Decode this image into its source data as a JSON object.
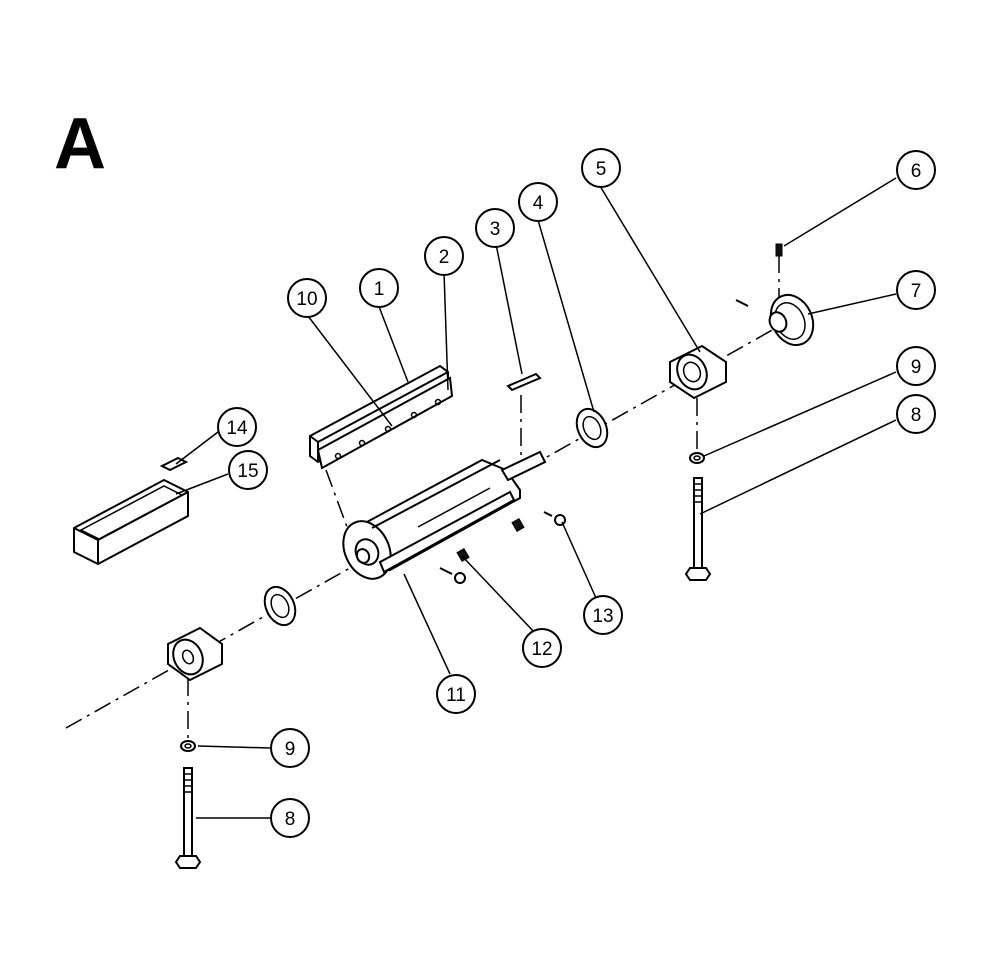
{
  "sheet_label": "A",
  "callouts": [
    {
      "id": "c1",
      "label": "1"
    },
    {
      "id": "c2",
      "label": "2"
    },
    {
      "id": "c3",
      "label": "3"
    },
    {
      "id": "c4",
      "label": "4"
    },
    {
      "id": "c5",
      "label": "5"
    },
    {
      "id": "c6",
      "label": "6"
    },
    {
      "id": "c7",
      "label": "7"
    },
    {
      "id": "c8a",
      "label": "8"
    },
    {
      "id": "c8b",
      "label": "8"
    },
    {
      "id": "c9a",
      "label": "9"
    },
    {
      "id": "c9b",
      "label": "9"
    },
    {
      "id": "c10",
      "label": "10"
    },
    {
      "id": "c11",
      "label": "11"
    },
    {
      "id": "c12",
      "label": "12"
    },
    {
      "id": "c13",
      "label": "13"
    },
    {
      "id": "c14",
      "label": "14"
    },
    {
      "id": "c15",
      "label": "15"
    }
  ],
  "colors": {
    "ink": "#000000",
    "paper": "#ffffff"
  }
}
